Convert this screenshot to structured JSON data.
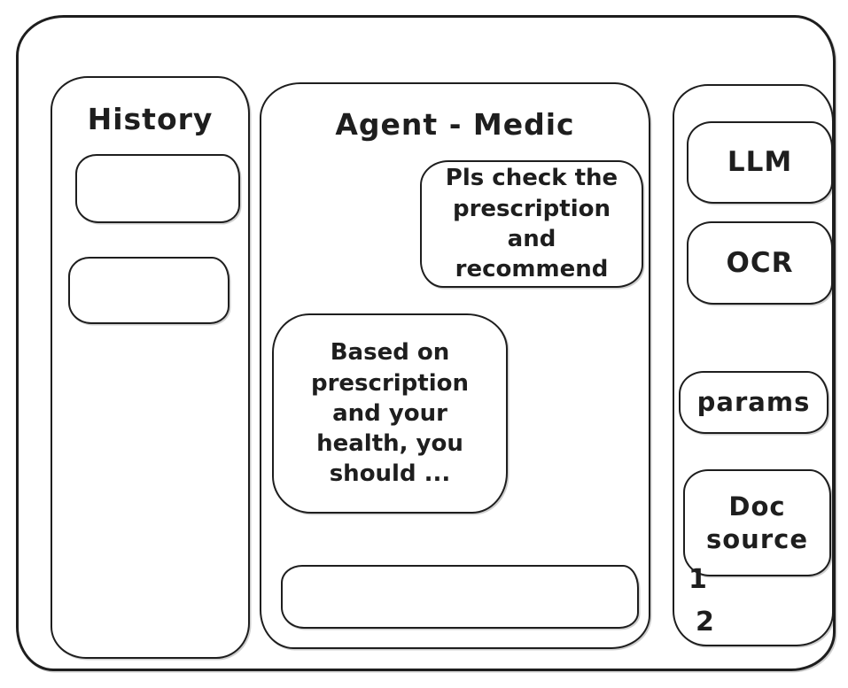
{
  "app": {
    "kind": "hand-drawn wireframe",
    "background": "#ffffff",
    "stroke_color": "#1e1e1e"
  },
  "sidebar_left": {
    "title": "History",
    "items": [
      "",
      ""
    ]
  },
  "main": {
    "title": "Agent - Medic",
    "user_message": "Pls check the prescription and recommend",
    "agent_message": "Based on prescription and your health, you should ...",
    "input_value": ""
  },
  "sidebar_right": {
    "modules": [
      "LLM",
      "OCR",
      "params",
      "Doc source"
    ],
    "doc_list": [
      "1",
      "2"
    ]
  }
}
